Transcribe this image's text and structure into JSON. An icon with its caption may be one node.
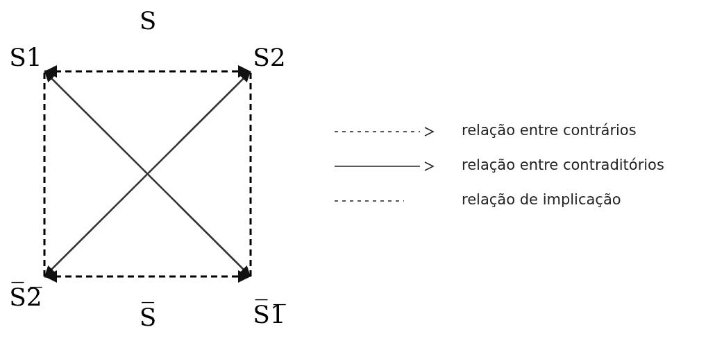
{
  "diagram": {
    "nodes": [
      {
        "text": [
          "S1"
        ]
      },
      {
        "text": [
          "S2"
        ]
      },
      {
        "text": [
          "S̅2̅"
        ]
      },
      {
        "text": [
          "S̅1̅"
        ]
      }
    ],
    "edges": [
      {
        "from": 0,
        "to": 1,
        "arrow": "both",
        "style": "dashed"
      },
      {
        "from": 2,
        "to": 3,
        "arrow": "both",
        "style": "dashed"
      },
      {
        "from": 0,
        "to": 3,
        "arrow": "both"
      },
      {
        "from": 2,
        "to": 1,
        "arrow": "both"
      },
      {
        "from": 2,
        "to": 0,
        "arrow": "none",
        "style": "dashed"
      },
      {
        "from": 3,
        "to": 1,
        "arrow": "none",
        "style": "dashed"
      }
    ],
    "labels": [
      "S",
      "S̅"
    ],
    "legend": [
      {
        "text": "relação entre contrários"
      },
      {
        "text": "relação entre contraditórios"
      },
      {
        "text": "relação de implicação"
      }
    ]
  }
}
